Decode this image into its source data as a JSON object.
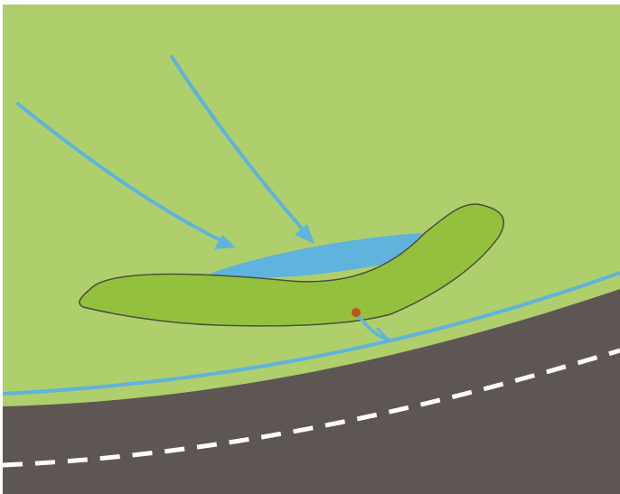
{
  "colors": {
    "ground": "#aecf6b",
    "berm": "#93c13e",
    "berm_outline": "#4d4d3f",
    "pond": "#5fb3dc",
    "flow_arrow": "#5fb3dc",
    "stream": "#5fb3dc",
    "road": "#5e5652",
    "lane_marking": "#ffffff",
    "outlet": "#c0501f"
  },
  "elements": {
    "runoff_arrows": 2,
    "outlet_pipe": "dotted-arrow",
    "road_centerline": "dashed"
  }
}
